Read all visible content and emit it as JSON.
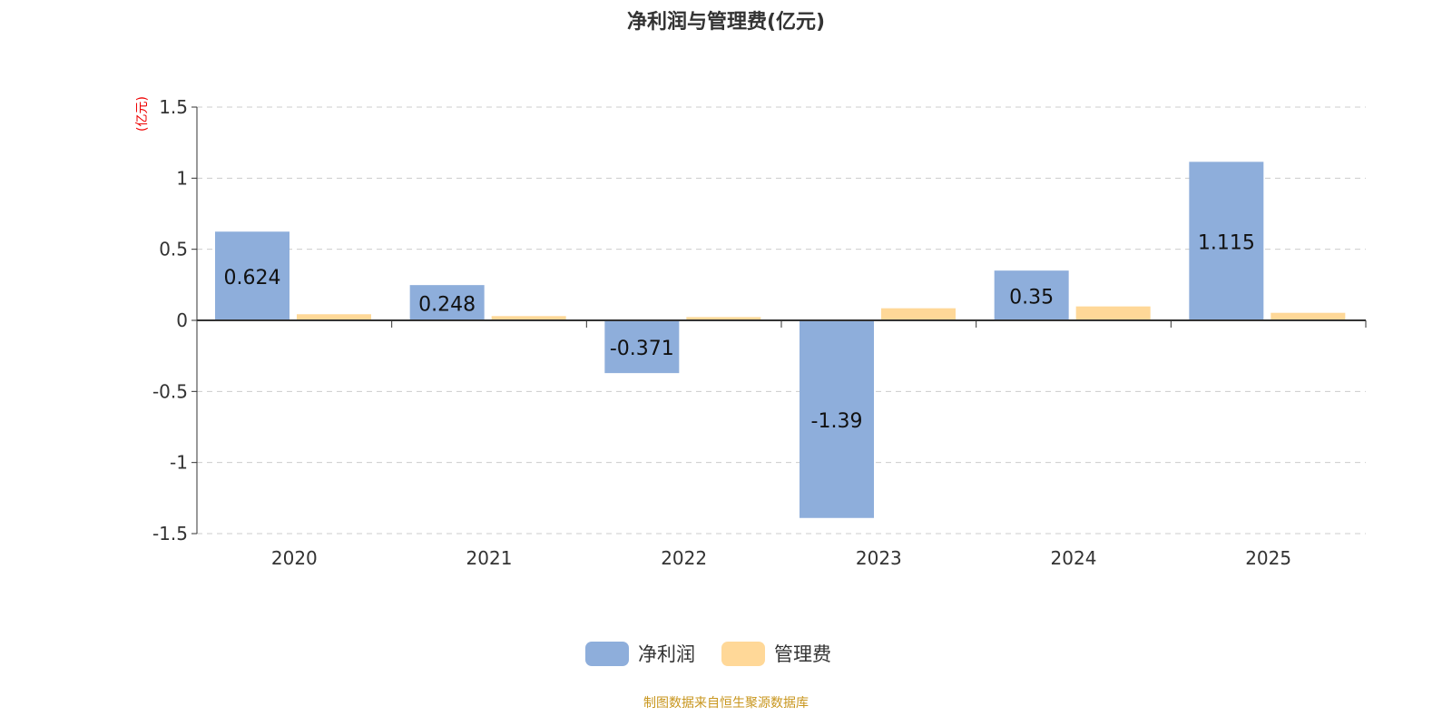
{
  "chart_data": {
    "type": "bar",
    "title": "净利润与管理费(亿元)",
    "ylabel": "(亿元)",
    "categories": [
      "2020",
      "2021",
      "2022",
      "2023",
      "2024",
      "2025"
    ],
    "ylim": [
      -1.5,
      1.5
    ],
    "yticks": [
      "1.5",
      "1",
      "0.5",
      "0",
      "-0.5",
      "-1",
      "-1.5"
    ],
    "grid": true,
    "legend": "bottom",
    "series": [
      {
        "name": "净利润",
        "color": "#8eaedb",
        "values": [
          0.624,
          0.248,
          -0.371,
          -1.39,
          0.35,
          1.115
        ],
        "labels": [
          "0.624",
          "0.248",
          "-0.371",
          "-1.39",
          "0.35",
          "1.115"
        ]
      },
      {
        "name": "管理费",
        "color": "#ffd898",
        "values": [
          0.043,
          0.03,
          0.023,
          0.085,
          0.098,
          0.053
        ]
      }
    ]
  },
  "source": "制图数据来自恒生聚源数据库"
}
